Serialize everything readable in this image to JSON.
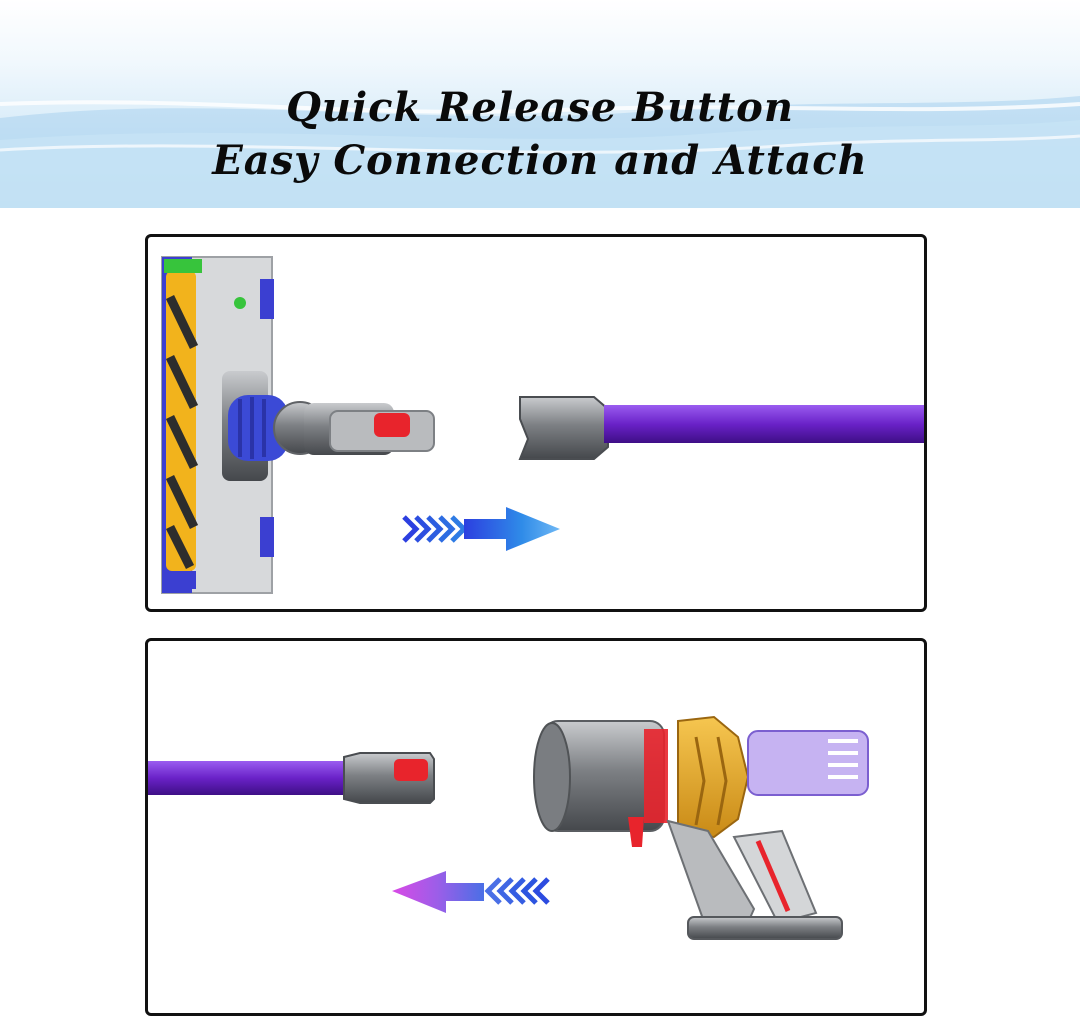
{
  "header": {
    "line1": "Quick Release Button",
    "line2": "Easy Connection and Attach"
  },
  "panels": [
    {
      "content": "cleaner-head-to-wand",
      "arrow_direction": "right"
    },
    {
      "content": "wand-to-handheld-vacuum",
      "arrow_direction": "left"
    }
  ],
  "colors": {
    "wand_purple": "#6a22c8",
    "brush_yellow": "#f2b31c",
    "release_red": "#e8242c",
    "cyclone_gold": "#e6a52a",
    "arrow_blue": "#2c6de0",
    "arrow_magenta": "#c44ae8"
  },
  "icons": [
    "arrow-right-icon",
    "arrow-left-icon"
  ]
}
